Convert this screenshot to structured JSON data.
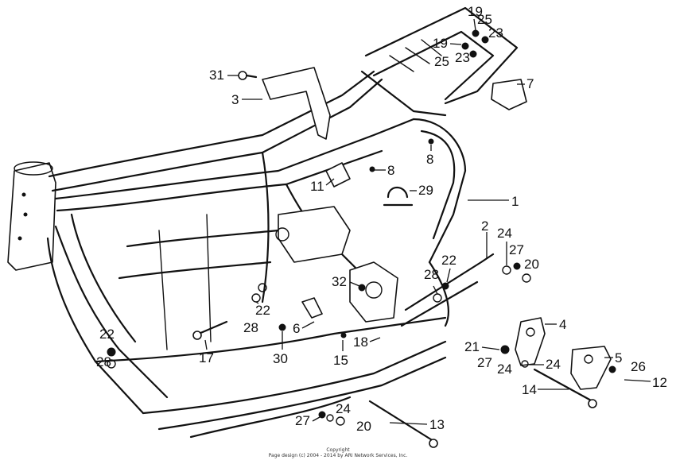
{
  "callouts": [
    {
      "label": "1"
    },
    {
      "label": "2"
    },
    {
      "label": "3"
    },
    {
      "label": "4"
    },
    {
      "label": "5"
    },
    {
      "label": "6"
    },
    {
      "label": "7"
    },
    {
      "label": "8"
    },
    {
      "label": "8"
    },
    {
      "label": "11"
    },
    {
      "label": "12"
    },
    {
      "label": "13"
    },
    {
      "label": "14"
    },
    {
      "label": "15"
    },
    {
      "label": "17"
    },
    {
      "label": "18"
    },
    {
      "label": "19"
    },
    {
      "label": "19"
    },
    {
      "label": "20"
    },
    {
      "label": "20"
    },
    {
      "label": "21"
    },
    {
      "label": "22"
    },
    {
      "label": "22"
    },
    {
      "label": "22"
    },
    {
      "label": "23"
    },
    {
      "label": "23"
    },
    {
      "label": "24"
    },
    {
      "label": "24"
    },
    {
      "label": "24"
    },
    {
      "label": "24"
    },
    {
      "label": "25"
    },
    {
      "label": "25"
    },
    {
      "label": "26"
    },
    {
      "label": "27"
    },
    {
      "label": "27"
    },
    {
      "label": "27"
    },
    {
      "label": "28"
    },
    {
      "label": "28"
    },
    {
      "label": "28"
    },
    {
      "label": "29"
    },
    {
      "label": "30"
    },
    {
      "label": "31"
    },
    {
      "label": "32"
    }
  ],
  "copyright": {
    "line1": "Copyright",
    "line2": "Page design (c) 2004 - 2014 by ARI Network Services, Inc."
  }
}
